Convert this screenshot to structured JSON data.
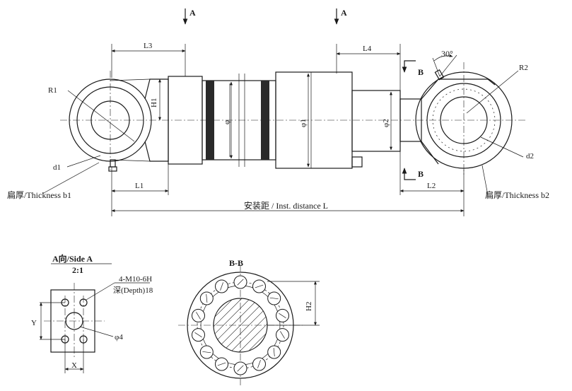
{
  "colors": {
    "line": "#1a1a1a",
    "body_shade": "#ece3f0",
    "seal_band": "#2a2a2a",
    "background": "#ffffff"
  },
  "labels": {
    "arrow_a_left": "A",
    "arrow_a_right": "A",
    "arrow_b_top": "B",
    "arrow_b_bottom": "B",
    "angle": "30°",
    "L3": "L3",
    "L4": "L4",
    "L1": "L1",
    "L2": "L2",
    "R1": "R1",
    "R2": "R2",
    "H1": "H1",
    "H2": "H2",
    "d1": "d1",
    "d2": "d2",
    "phi": "φ",
    "phi1": "φ1",
    "phi2": "φ2",
    "phi4": "φ4",
    "thickness_b1": "扁厚/Thickness b1",
    "thickness_b2": "扁厚/Thickness b2",
    "inst_distance": "安装距 / Inst. distance   L",
    "side_a_title": "A向/Side A",
    "side_a_scale": "2:1",
    "thread_spec": "4-M10-6H",
    "depth_spec": "深(Depth)18",
    "dim_x": "X",
    "dim_y": "Y",
    "section_bb": "B-B"
  }
}
